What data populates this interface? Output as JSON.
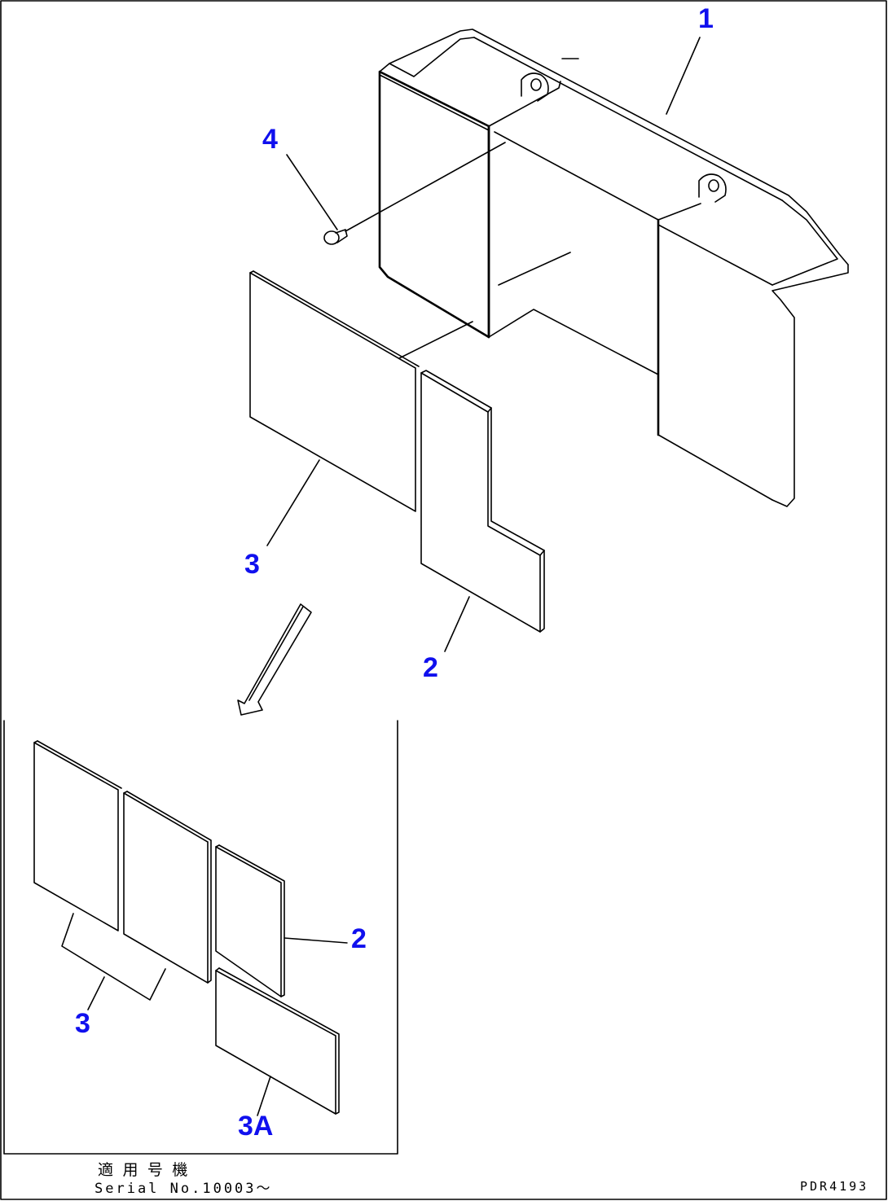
{
  "colors": {
    "callout": "#1010ee",
    "line": "#000000",
    "background": "#ffffff"
  },
  "callouts": {
    "item1": "1",
    "item2_top": "2",
    "item3_top": "3",
    "item4": "4",
    "item2_bottom": "2",
    "item3_bottom": "3",
    "item3a": "3A"
  },
  "serial_box": {
    "caption_jp": "適 用 号 機",
    "caption_serial": "Serial No.10003～"
  },
  "drawing_code": "PDR4193"
}
